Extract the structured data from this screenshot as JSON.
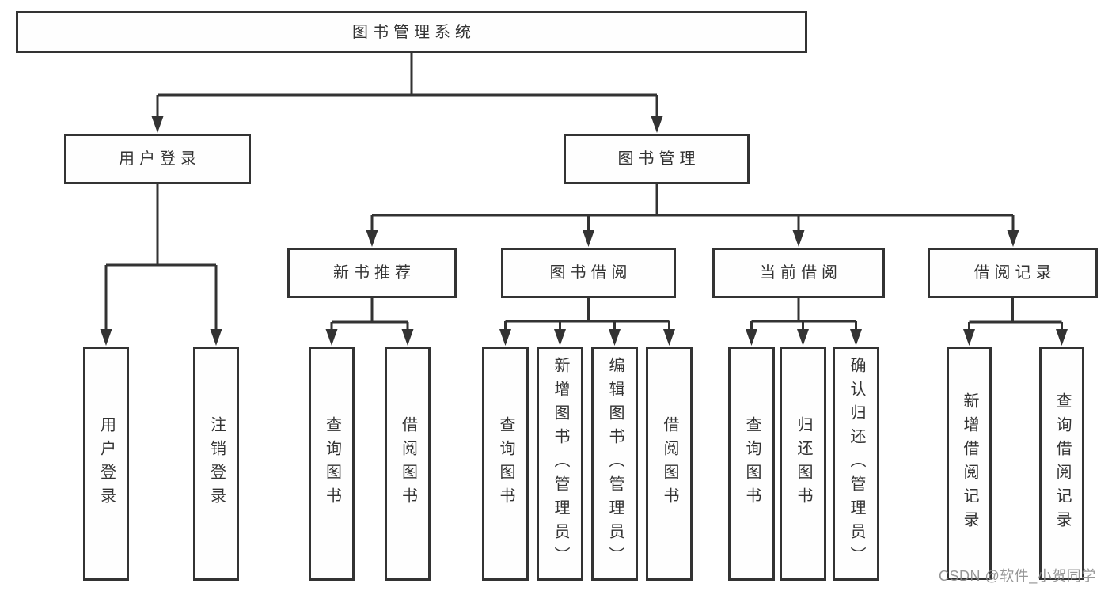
{
  "title": "图书管理系统",
  "watermark": "CSDN @软件_小贺同学",
  "colors": {
    "line": "#333333",
    "text": "#333333",
    "box_border": "#333333",
    "box_background": "#fefefe",
    "watermark": "#8c8c8c",
    "background": "#ffffff"
  },
  "nodes": {
    "root": "图书管理系统",
    "user_login": "用户登录",
    "book_management": "图书管理",
    "new_book_recommend": "新书推荐",
    "book_borrow": "图书借阅",
    "current_borrow": "当前借阅",
    "borrow_record": "借阅记录",
    "leaf_user_login": "用户登录",
    "leaf_logout": "注销登录",
    "leaf_nb_query_book": "查询图书",
    "leaf_nb_borrow_book": "借阅图书",
    "leaf_bb_query_book": "查询图书",
    "leaf_bb_add_book": "新增图书（管理员）",
    "leaf_bb_edit_book": "编辑图书（管理员）",
    "leaf_bb_borrow_book": "借阅图书",
    "leaf_cb_query_book": "查询图书",
    "leaf_cb_return_book": "归还图书",
    "leaf_cb_confirm_return": "确认归还（管理员）",
    "leaf_br_add_record": "新增借阅记录",
    "leaf_br_query_record": "查询借阅记录"
  },
  "structure": {
    "图书管理系统": [
      "用户登录",
      "图书管理"
    ],
    "用户登录": [
      "用户登录",
      "注销登录"
    ],
    "图书管理": [
      "新书推荐",
      "图书借阅",
      "当前借阅",
      "借阅记录"
    ],
    "新书推荐": [
      "查询图书",
      "借阅图书"
    ],
    "图书借阅": [
      "查询图书",
      "新增图书（管理员）",
      "编辑图书（管理员）",
      "借阅图书"
    ],
    "当前借阅": [
      "查询图书",
      "归还图书",
      "确认归还（管理员）"
    ],
    "借阅记录": [
      "新增借阅记录",
      "查询借阅记录"
    ]
  }
}
